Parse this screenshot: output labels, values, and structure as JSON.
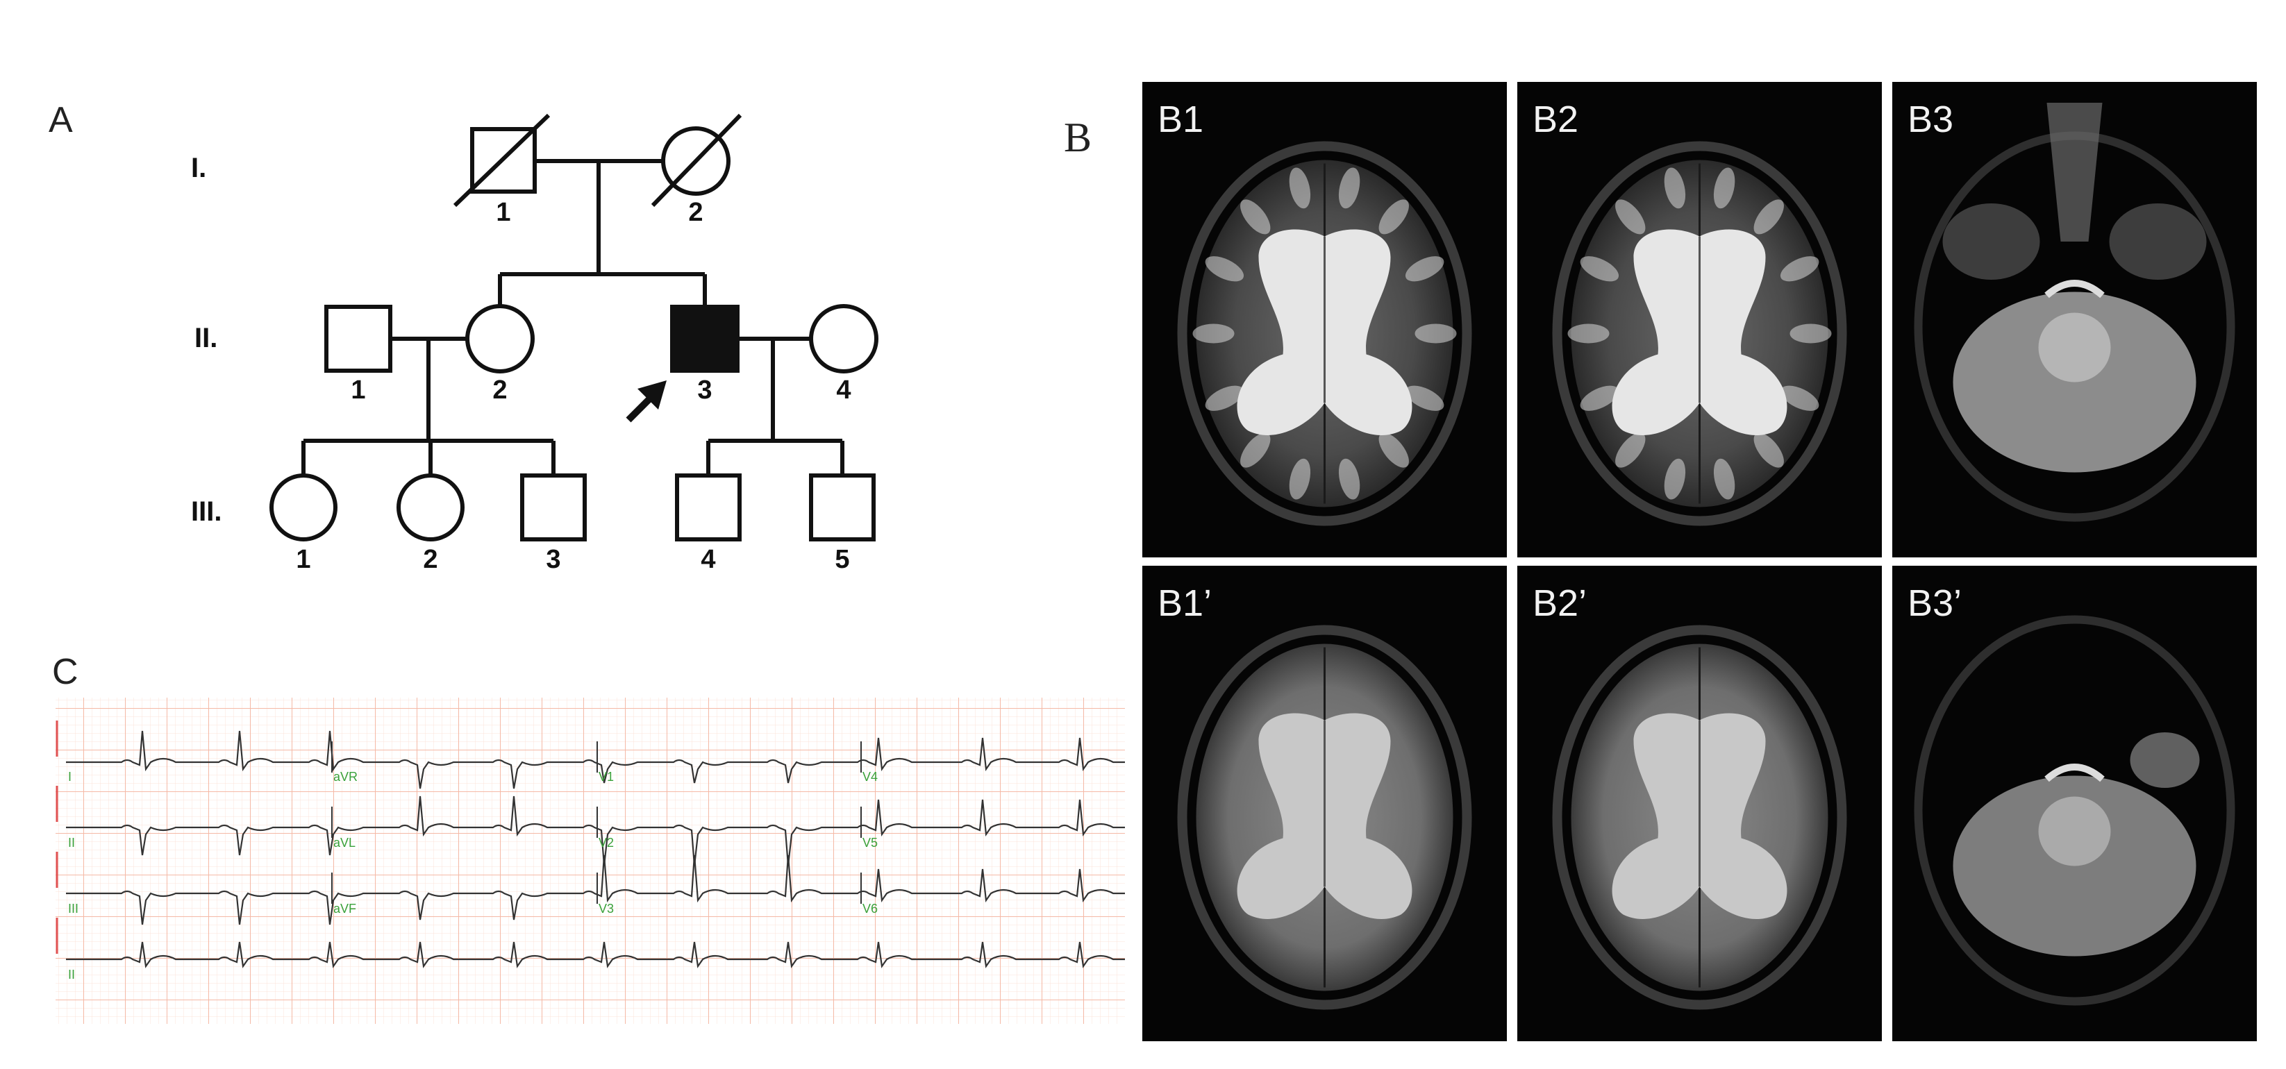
{
  "panels": {
    "a": "A",
    "b": "B",
    "c": "C"
  },
  "pedigree": {
    "generations": [
      "I.",
      "II.",
      "III."
    ],
    "gen1": [
      "1",
      "2"
    ],
    "gen2": [
      "1",
      "2",
      "3",
      "4"
    ],
    "gen3": [
      "1",
      "2",
      "3",
      "4",
      "5"
    ],
    "proband": "II-3"
  },
  "mri": {
    "labels": [
      "B1",
      "B2",
      "B3",
      "B1’",
      "B2’",
      "B3’"
    ]
  },
  "ecg": {
    "leads": [
      "I",
      "aVR",
      "V1",
      "V4",
      "II",
      "aVL",
      "V2",
      "V5",
      "III",
      "aVF",
      "V3",
      "V6",
      "II"
    ],
    "grid_color": "#f7c4b4",
    "lead_label_color": "#3aa13a"
  }
}
